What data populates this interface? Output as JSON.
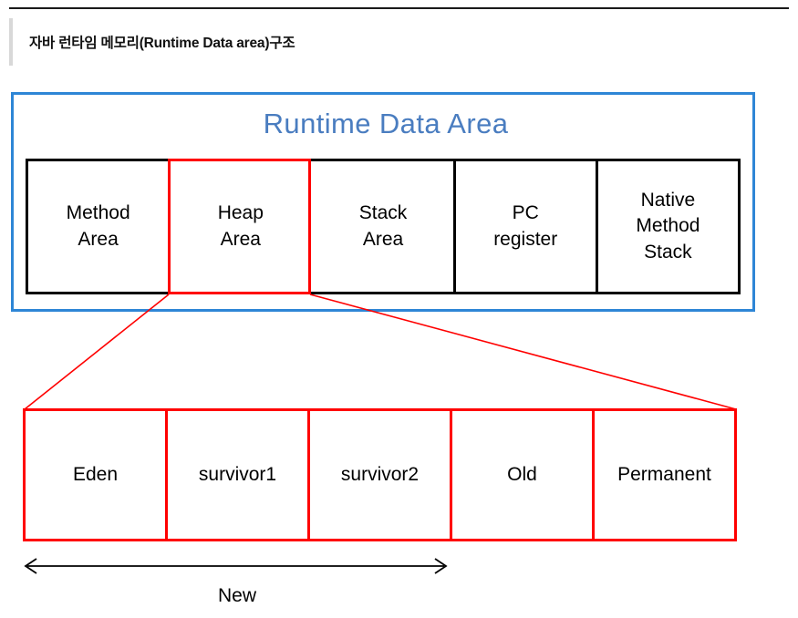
{
  "page": {
    "title": "자바 런타임 메모리(Runtime Data area)구조",
    "background_color": "#ffffff"
  },
  "colors": {
    "outer_border_blue": "#2e86d6",
    "heading_blue": "#4a7dc0",
    "highlight_red": "#ff0000",
    "box_black": "#000000",
    "title_accent_gray": "#d8d8d8",
    "rule_black": "#1a1a1a"
  },
  "runtime_data_area": {
    "heading": "Runtime Data Area",
    "cells": [
      {
        "label": "Method\nArea",
        "line1": "Method",
        "line2": "Area",
        "line3": "",
        "highlighted": false
      },
      {
        "label": "Heap\nArea",
        "line1": "Heap",
        "line2": "Area",
        "line3": "",
        "highlighted": true
      },
      {
        "label": "Stack\nArea",
        "line1": "Stack",
        "line2": "Area",
        "line3": "",
        "highlighted": false
      },
      {
        "label": "PC\nregister",
        "line1": "PC",
        "line2": "register",
        "line3": "",
        "highlighted": false
      },
      {
        "label": "Native\nMethod\nStack",
        "line1": "Native",
        "line2": "Method",
        "line3": "Stack",
        "highlighted": false
      }
    ]
  },
  "heap_detail": {
    "cells": [
      {
        "label": "Eden"
      },
      {
        "label": "survivor1"
      },
      {
        "label": "survivor2"
      },
      {
        "label": "Old"
      },
      {
        "label": "Permanent"
      }
    ],
    "span_annotation": {
      "label": "New",
      "covers": [
        "Eden",
        "survivor1",
        "survivor2"
      ],
      "arrow_style": "double-headed"
    }
  }
}
